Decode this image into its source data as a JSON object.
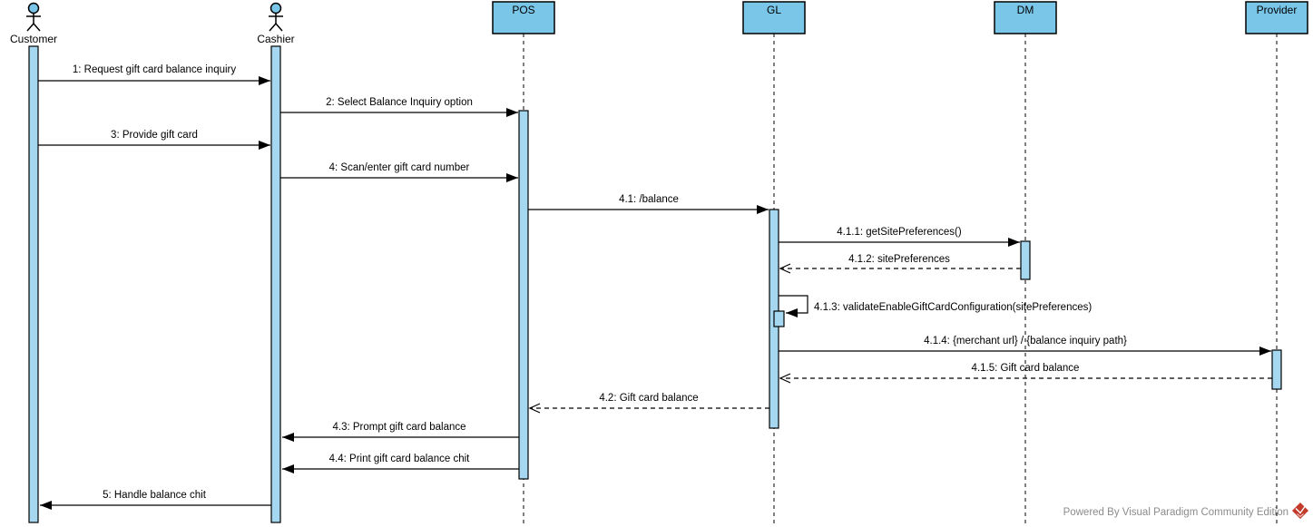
{
  "diagram": {
    "type": "uml-sequence-diagram",
    "lifelines": [
      {
        "id": "customer",
        "label": "Customer",
        "kind": "actor"
      },
      {
        "id": "cashier",
        "label": "Cashier",
        "kind": "actor"
      },
      {
        "id": "pos",
        "label": "POS",
        "kind": "object"
      },
      {
        "id": "gl",
        "label": "GL",
        "kind": "object"
      },
      {
        "id": "dm",
        "label": "DM",
        "kind": "object"
      },
      {
        "id": "provider",
        "label": "Provider",
        "kind": "object"
      }
    ],
    "messages": [
      {
        "label": "1: Request gift card balance inquiry",
        "from": "Customer",
        "to": "Cashier",
        "style": "sync"
      },
      {
        "label": "2: Select Balance Inquiry option",
        "from": "Cashier",
        "to": "POS",
        "style": "sync"
      },
      {
        "label": "3: Provide gift card",
        "from": "Customer",
        "to": "Cashier",
        "style": "sync"
      },
      {
        "label": "4: Scan/enter gift card number",
        "from": "Cashier",
        "to": "POS",
        "style": "sync"
      },
      {
        "label": "4.1: /balance",
        "from": "POS",
        "to": "GL",
        "style": "sync"
      },
      {
        "label": "4.1.1: getSitePreferences()",
        "from": "GL",
        "to": "DM",
        "style": "sync"
      },
      {
        "label": "4.1.2: sitePreferences",
        "from": "DM",
        "to": "GL",
        "style": "return"
      },
      {
        "label": "4.1.3: validateEnableGiftCardConfiguration(sitePreferences)",
        "from": "GL",
        "to": "GL",
        "style": "self"
      },
      {
        "label": "4.1.4: {merchant url} / {balance inquiry path}",
        "from": "GL",
        "to": "Provider",
        "style": "sync"
      },
      {
        "label": "4.1.5: Gift card balance",
        "from": "Provider",
        "to": "GL",
        "style": "return"
      },
      {
        "label": "4.2: Gift card balance",
        "from": "GL",
        "to": "POS",
        "style": "return"
      },
      {
        "label": "4.3: Prompt gift card balance",
        "from": "POS",
        "to": "Cashier",
        "style": "sync"
      },
      {
        "label": "4.4: Print gift card balance chit",
        "from": "POS",
        "to": "Cashier",
        "style": "sync"
      },
      {
        "label": "5: Handle balance chit",
        "from": "Cashier",
        "to": "Customer",
        "style": "sync"
      }
    ],
    "footer": "Powered By Visual Paradigm Community Edition"
  },
  "colors": {
    "box_fill": "#79C6E9",
    "bar_fill": "#A5D7F1",
    "line": "#000000",
    "footer_text": "#8B8B8B",
    "logo_red": "#C23B2B"
  }
}
